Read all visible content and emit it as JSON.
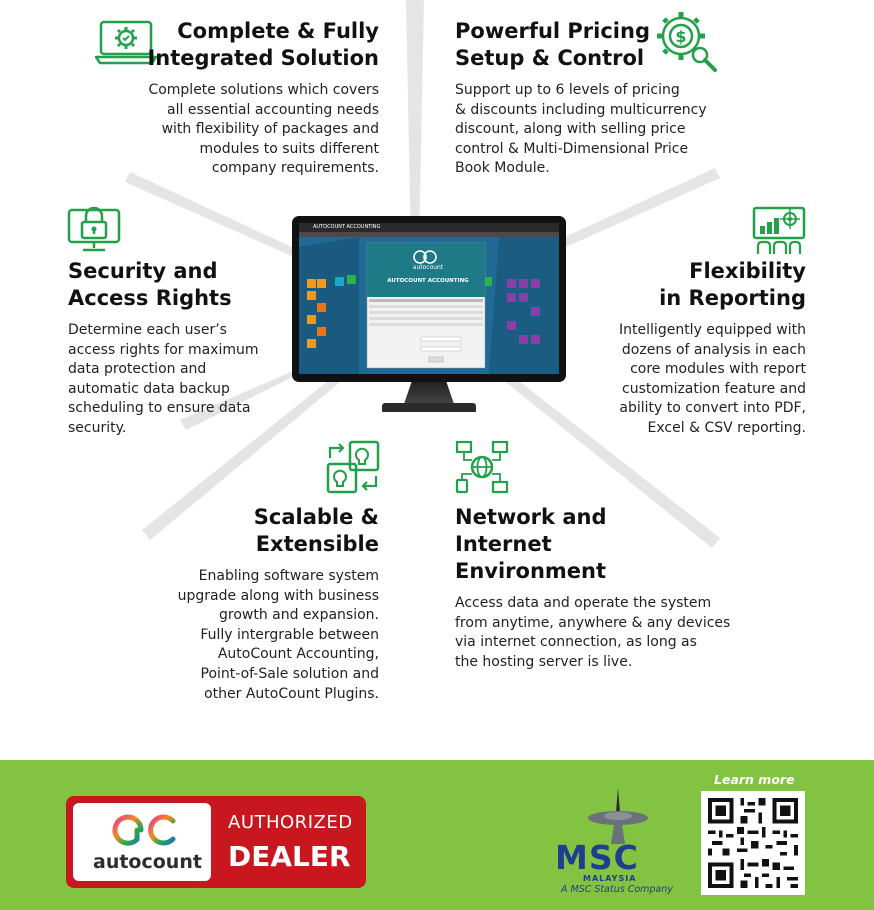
{
  "features": {
    "complete": {
      "title_line1": "Complete & Fully",
      "title_line2": "Integrated Solution",
      "lines": [
        "Complete solutions which covers",
        "all essential accounting needs",
        "with flexibility of packages and",
        "modules to suits different",
        "company requirements."
      ]
    },
    "pricing": {
      "title_line1": "Powerful Pricing",
      "title_line2": "Setup & Control",
      "lines": [
        "Support up to 6 levels of pricing",
        "& discounts including multicurrency",
        "discount, along with selling price",
        "control & Multi-Dimensional Price",
        "Book Module."
      ]
    },
    "security": {
      "title_line1": "Security and",
      "title_line2": "Access Rights",
      "lines": [
        "Determine each user’s",
        "access rights for maximum",
        "data protection and",
        "automatic data backup",
        "scheduling to ensure data",
        "security."
      ]
    },
    "reporting": {
      "title_line1": "Flexibility",
      "title_line2": "in Reporting",
      "lines": [
        "Intelligently equipped with",
        "dozens of analysis in each",
        "core modules with report",
        "customization feature and",
        "ability to convert into PDF,",
        "Excel & CSV reporting."
      ]
    },
    "scalable": {
      "title_line1": "Scalable &",
      "title_line2": "Extensible",
      "lines": [
        "Enabling software system",
        "upgrade along with business",
        "growth and expansion.",
        "Fully intergrable between",
        "AutoCount Accounting,",
        "Point-of-Sale solution and",
        "other AutoCount Plugins."
      ]
    },
    "network": {
      "title_line1": "Network and",
      "title_line2": "Internet",
      "title_line3": "Environment",
      "lines": [
        "Access data and operate the system",
        "from anytime, anywhere & any devices",
        "via internet connection, as long as",
        "the hosting server is live."
      ]
    }
  },
  "monitor": {
    "app_title": "AUTOCOUNT ACCOUNTING",
    "splash_brand": "autocount",
    "splash_product": "AUTOCOUNT ACCOUNTING"
  },
  "footer": {
    "brand_word": "autocount",
    "dealer_line1": "AUTHORIZED",
    "dealer_line2": "DEALER",
    "msc_word": "MSC",
    "msc_sub": "MALAYSIA",
    "msc_tag": "A MSC Status Company",
    "learn_more": "Learn more"
  },
  "colors": {
    "icon_green": "#23a04a",
    "footer_green": "#82c341",
    "dealer_red": "#c8171e",
    "msc_blue": "#1e3e8f"
  },
  "icons": [
    "laptop-gear-icon",
    "dollar-gear-magnifier-icon",
    "padlock-monitor-icon",
    "chart-target-hands-icon",
    "lightbulb-puzzle-icon",
    "network-globe-icon"
  ]
}
